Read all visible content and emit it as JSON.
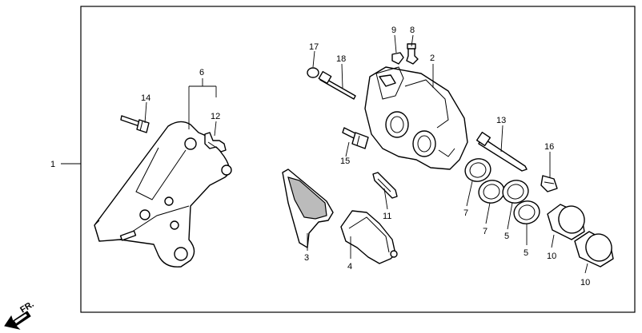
{
  "callouts": {
    "c1": "1",
    "c2": "2",
    "c3": "3",
    "c4": "4",
    "c5a": "5",
    "c5b": "5",
    "c6": "6",
    "c7a": "7",
    "c7b": "7",
    "c8": "8",
    "c9": "9",
    "c10a": "10",
    "c10b": "10",
    "c11": "11",
    "c12": "12",
    "c13": "13",
    "c14": "14",
    "c15": "15",
    "c16": "16",
    "c17": "17",
    "c18": "18"
  },
  "direction_label": "FR.",
  "icons": {
    "direction": "arrow-down-left-icon"
  }
}
